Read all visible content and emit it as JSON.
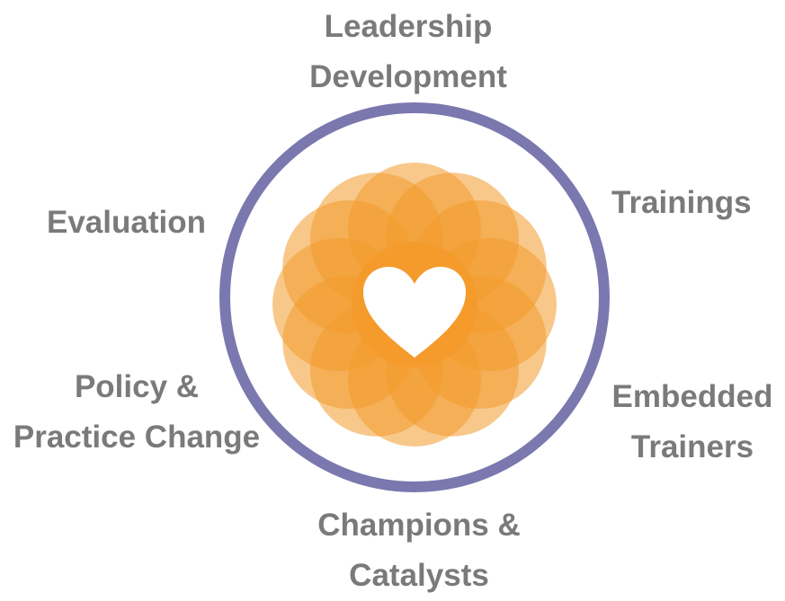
{
  "diagram": {
    "colors": {
      "ring": "#7A78AE",
      "petal": "#F39A2C",
      "heart": "#FFFFFF",
      "text": "#7A7A7A"
    },
    "center_icon": "heart-icon",
    "labels": {
      "leadership": [
        "Leadership",
        "Development"
      ],
      "trainings": [
        "Trainings"
      ],
      "embedded": [
        "Embedded",
        "Trainers"
      ],
      "champions": [
        "Champions &",
        "Catalysts"
      ],
      "policy": [
        "Policy &",
        "Practice Change"
      ],
      "evaluation": [
        "Evaluation"
      ]
    }
  }
}
